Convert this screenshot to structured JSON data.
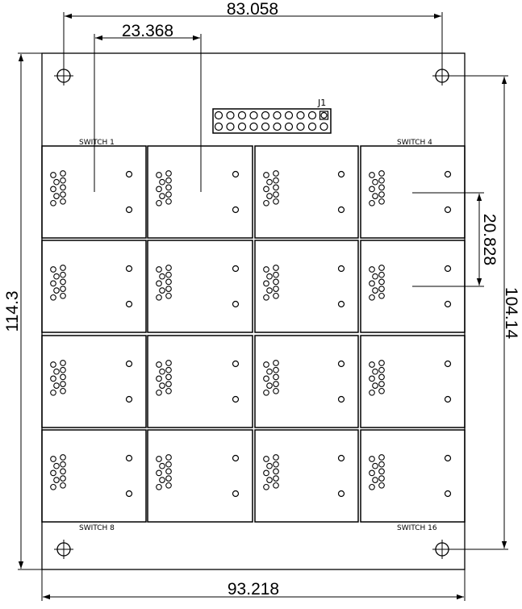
{
  "dimensions": {
    "mount_hole_spacing_x": "83.058",
    "switch_pitch_x": "23.368",
    "switch_pitch_y": "20.828",
    "board_height": "114.3",
    "mount_hole_spacing_y": "104.14",
    "board_width": "93.218"
  },
  "silkscreen": {
    "connector_ref": "J1",
    "switch_top_left": "SWITCH 1",
    "switch_top_right": "SWITCH 4",
    "switch_bottom_left": "SWITCH 8",
    "switch_bottom_right": "SWITCH 16"
  },
  "switch_grid": {
    "rows": 4,
    "columns": 4
  },
  "header": {
    "rows": 2,
    "pins_per_row": 10
  },
  "colors": {
    "line": "#000000",
    "background": "#ffffff"
  }
}
